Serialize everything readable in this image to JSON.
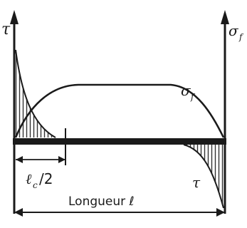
{
  "labels": {
    "left_axis": "τ",
    "right_axis": "σ",
    "right_axis_sub": "f",
    "sigma_curve": "σ",
    "sigma_curve_sub": "f",
    "tau_curve": "τ",
    "anchor_length": "ℓ",
    "anchor_length_sub": "c",
    "anchor_length_div": "/2",
    "total_length": "Longueur ℓ"
  },
  "colors": {
    "ink": "#1a1a1a",
    "hatch": "#333333"
  },
  "icons": {
    "arrowheads": "arrow-up-icon"
  }
}
